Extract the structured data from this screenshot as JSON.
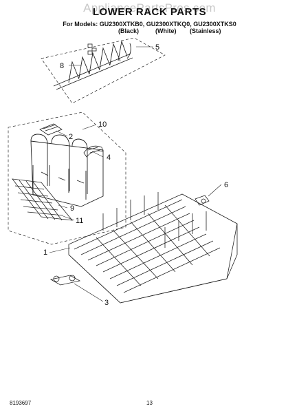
{
  "watermark": "AppliancePartsPros.com",
  "title": "LOWER RACK PARTS",
  "models_line": "For Models: GU2300XTKB0, GU2300XTKQ0, GU2300XTKS0",
  "variants": [
    "(Black)",
    "(White)",
    "(Stainless)"
  ],
  "callouts": {
    "c1": "1",
    "c2": "2",
    "c3": "3",
    "c4": "4",
    "c5": "5",
    "c6": "6",
    "c8": "8",
    "c9": "9",
    "c10": "10",
    "c11": "11"
  },
  "footer": {
    "part_number": "8193697",
    "page": "13"
  }
}
